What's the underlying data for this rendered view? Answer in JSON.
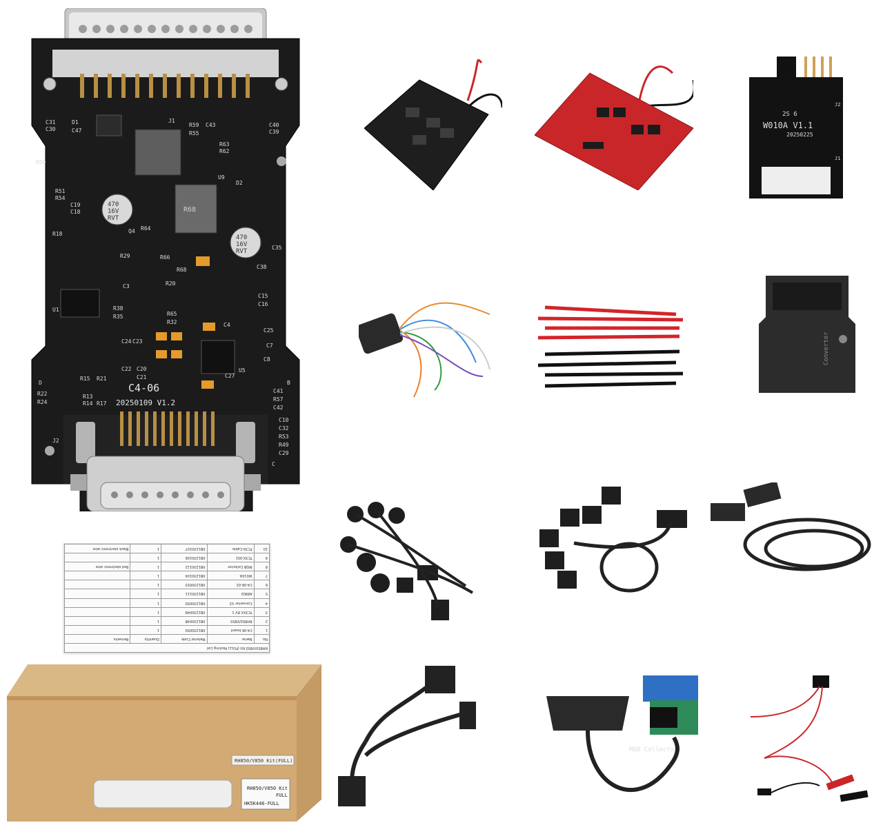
{
  "main_board": {
    "model": "C4-06",
    "date_version": "20250109 V1.2",
    "capacitor_1": [
      "470",
      "16V",
      "RVT"
    ],
    "capacitor_2": [
      "470",
      "16V",
      "RVT"
    ],
    "chip_mark": "R68",
    "labels": {
      "c31": "C31",
      "c30": "C30",
      "d1": "D1",
      "c47": "C47",
      "j1": "J1",
      "r59": "R59",
      "c43": "C43",
      "r55": "R55",
      "c40": "C40",
      "c39": "C39",
      "r50": "R50",
      "r63": "R63",
      "r62": "R62",
      "u9": "U9",
      "d2": "D2",
      "r51": "R51",
      "r54": "R54",
      "c19": "C19",
      "c18": "C18",
      "r18": "R18",
      "q4": "Q4",
      "r64": "R64",
      "c35": "C35",
      "r29": "R29",
      "r66": "R66",
      "r68b": "R68",
      "c38": "C38",
      "r20": "R20",
      "c15": "C15",
      "c16": "C16",
      "u1": "U1",
      "r38": "R38",
      "r35": "R35",
      "r65": "R65",
      "r32": "R32",
      "c4": "C4",
      "c25": "C25",
      "c7": "C7",
      "c24": "C24",
      "c23": "C23",
      "c22": "C22",
      "c20": "C20",
      "c21": "C21",
      "u5": "U5",
      "c8": "C8",
      "r15": "R15",
      "r21": "R21",
      "c27": "C27",
      "d": "D",
      "b": "B",
      "r22": "R22",
      "r24": "R24",
      "r13": "R13",
      "r14": "R14",
      "r17": "R17",
      "c41": "C41",
      "r57": "R57",
      "c42": "C42",
      "c10": "C10",
      "c32": "C32",
      "r53": "R53",
      "r49": "R49",
      "c29": "C29",
      "j2": "J2",
      "c": "C",
      "c3": "C3"
    }
  },
  "adapter_w010a": {
    "title": "W010A V1.1",
    "date": "20250225",
    "mark": "2S 6",
    "j1": "J1",
    "j2": "J2"
  },
  "obd_converter": {
    "label": "Converter"
  },
  "packing_list": {
    "title": "RH850/V850 Kit (FULL) Packing List",
    "headers": [
      "No.",
      "Name",
      "Material Code",
      "Quantity",
      "Remarks"
    ],
    "rows": [
      [
        "1",
        "C4-06 board",
        "XB1230050",
        "1",
        ""
      ],
      [
        "2",
        "RH850/V850",
        "XB1230048",
        "1",
        ""
      ],
      [
        "3",
        "TC3XX EV 1",
        "XB1230049",
        "1",
        ""
      ],
      [
        "4",
        "Converter V2",
        "XB1230050",
        "1",
        ""
      ],
      [
        "5",
        "A8902",
        "XB1230111",
        "1",
        ""
      ],
      [
        "6",
        "C4-06-02",
        "XB1230053",
        "1",
        ""
      ],
      [
        "7",
        "W010A",
        "XB1230104",
        "1",
        ""
      ],
      [
        "8",
        "MQB Collector",
        "XB1230112",
        "1",
        "Red electronic wire"
      ],
      [
        "9",
        "TC3X-001",
        "XB1230106",
        "1",
        ""
      ],
      [
        "10",
        "FC3X-Cable",
        "XB1230107",
        "1",
        "Black electronic wire"
      ]
    ]
  },
  "carton": {
    "side_label": "RH850/V850 Kit(FULL)",
    "sticker_line1": "RH850/V850 Kit",
    "sticker_line2": "FULL",
    "sticker_line3": "HK5K446-FULL"
  },
  "mqb_cable": {
    "label": "MQB Collector"
  },
  "colors": {
    "pcb": "#1b1b1b",
    "red_board": "#c9262a",
    "carton": "#d3aa74",
    "green_pcb": "#2f8a5a",
    "blue_connector": "#2f6fc4"
  }
}
